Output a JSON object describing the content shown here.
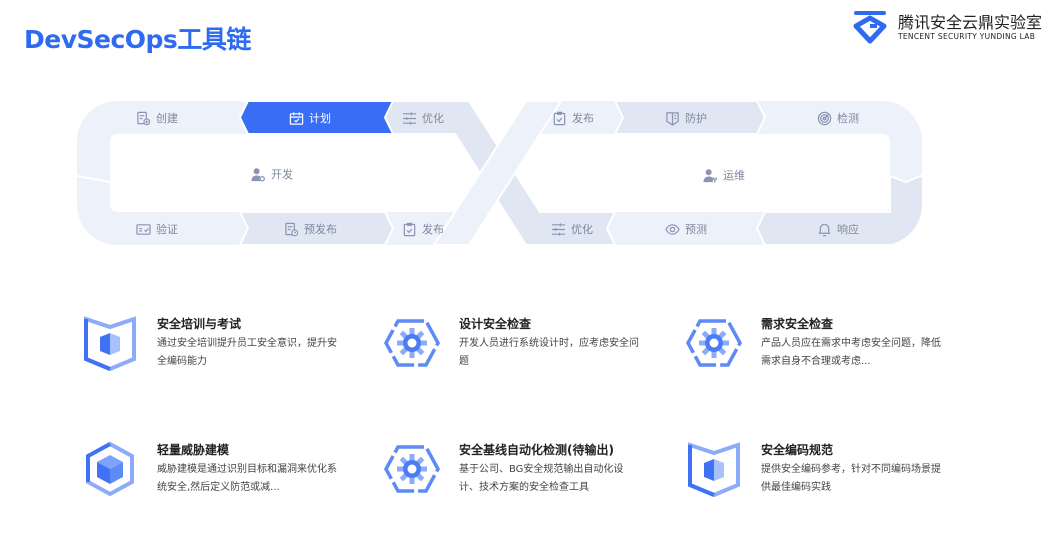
{
  "page_title": "DevSecOps工具链",
  "logo": {
    "name_cn": "腾讯安全云鼎实验室",
    "name_en": "TENCENT SECURITY YUNDING LAB"
  },
  "loop": {
    "left_center": "开发",
    "right_center": "运维",
    "left_top": [
      "创建",
      "计划",
      "优化"
    ],
    "left_bottom": [
      "验证",
      "预发布",
      "发布"
    ],
    "right_top": [
      "发布",
      "防护",
      "检测"
    ],
    "right_bottom": [
      "优化",
      "预测",
      "响应"
    ],
    "active_stage": "计划",
    "colors": {
      "active": "#3a6df5",
      "light": "#edf1fa",
      "dark": "#e1e7f2",
      "icon": "#8b95b2"
    }
  },
  "cards": [
    {
      "title": "安全培训与考试",
      "desc": "通过安全培训提升员工安全意识，提升安全编码能力",
      "icon": "book-shield-icon"
    },
    {
      "title": "设计安全检查",
      "desc": "开发人员进行系统设计时，应考虑安全问题",
      "icon": "gear-hexagon-icon"
    },
    {
      "title": "需求安全检查",
      "desc": "产品人员应在需求中考虑安全问题，降低需求自身不合理或考虑...",
      "icon": "gear-hexagon-icon"
    },
    {
      "title": "轻量威胁建模",
      "desc": "威胁建模是通过识别目标和漏洞来优化系统安全,然后定义防范或减...",
      "icon": "cube-hexagon-icon"
    },
    {
      "title": "安全基线自动化检测(待输出)",
      "desc": "基于公司、BG安全规范输出自动化设计、技术方案的安全检查工具",
      "icon": "gear-hexagon-icon"
    },
    {
      "title": "安全编码规范",
      "desc": "提供安全编码参考，针对不同编码场景提供最佳编码实践",
      "icon": "book-shield-icon"
    }
  ]
}
